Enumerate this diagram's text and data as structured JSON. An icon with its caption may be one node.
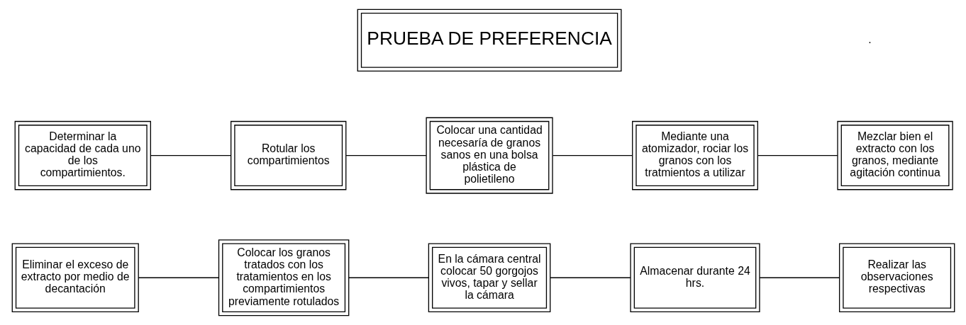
{
  "diagram": {
    "nodes": [
      {
        "text": [
          "PRUEBA DE PREFERENCIA"
        ]
      },
      {
        "text": [
          "Determinar la capacidad de cada uno de los compartimientos."
        ]
      },
      {
        "text": [
          "Rotular los compartimientos"
        ]
      },
      {
        "text": [
          "Colocar una cantidad necesaría de granos sanos en una bolsa plástica de polietileno"
        ]
      },
      {
        "text": [
          "Mediante una atomizador, rociar los granos con los tratmientos a utilizar"
        ]
      },
      {
        "text": [
          "Mezclar bien el extracto con los granos, mediante agitación continua"
        ]
      },
      {
        "text": [
          "Eliminar el exceso de extracto por medio de decantación"
        ]
      },
      {
        "text": [
          "Colocar los granos tratados con los tratamientos en los compartimientos previamente rotulados"
        ]
      },
      {
        "text": [
          "En la cámara central colocar 50 gorgojos vivos, tapar y sellar la cámara"
        ]
      },
      {
        "text": [
          "Almacenar durante 24 hrs."
        ]
      },
      {
        "text": [
          "Realizar las observaciones respectivas"
        ]
      }
    ],
    "edges": [
      {
        "from": 1,
        "to": 2,
        "arrow": "none"
      },
      {
        "from": 2,
        "to": 3,
        "arrow": "none"
      },
      {
        "from": 3,
        "to": 4,
        "arrow": "none"
      },
      {
        "from": 4,
        "to": 5,
        "arrow": "none"
      },
      {
        "from": 6,
        "to": 7,
        "arrow": "none"
      },
      {
        "from": 7,
        "to": 8,
        "arrow": "none"
      },
      {
        "from": 8,
        "to": 9,
        "arrow": "none"
      },
      {
        "from": 9,
        "to": 10,
        "arrow": "none"
      }
    ],
    "labels": [
      "."
    ]
  }
}
